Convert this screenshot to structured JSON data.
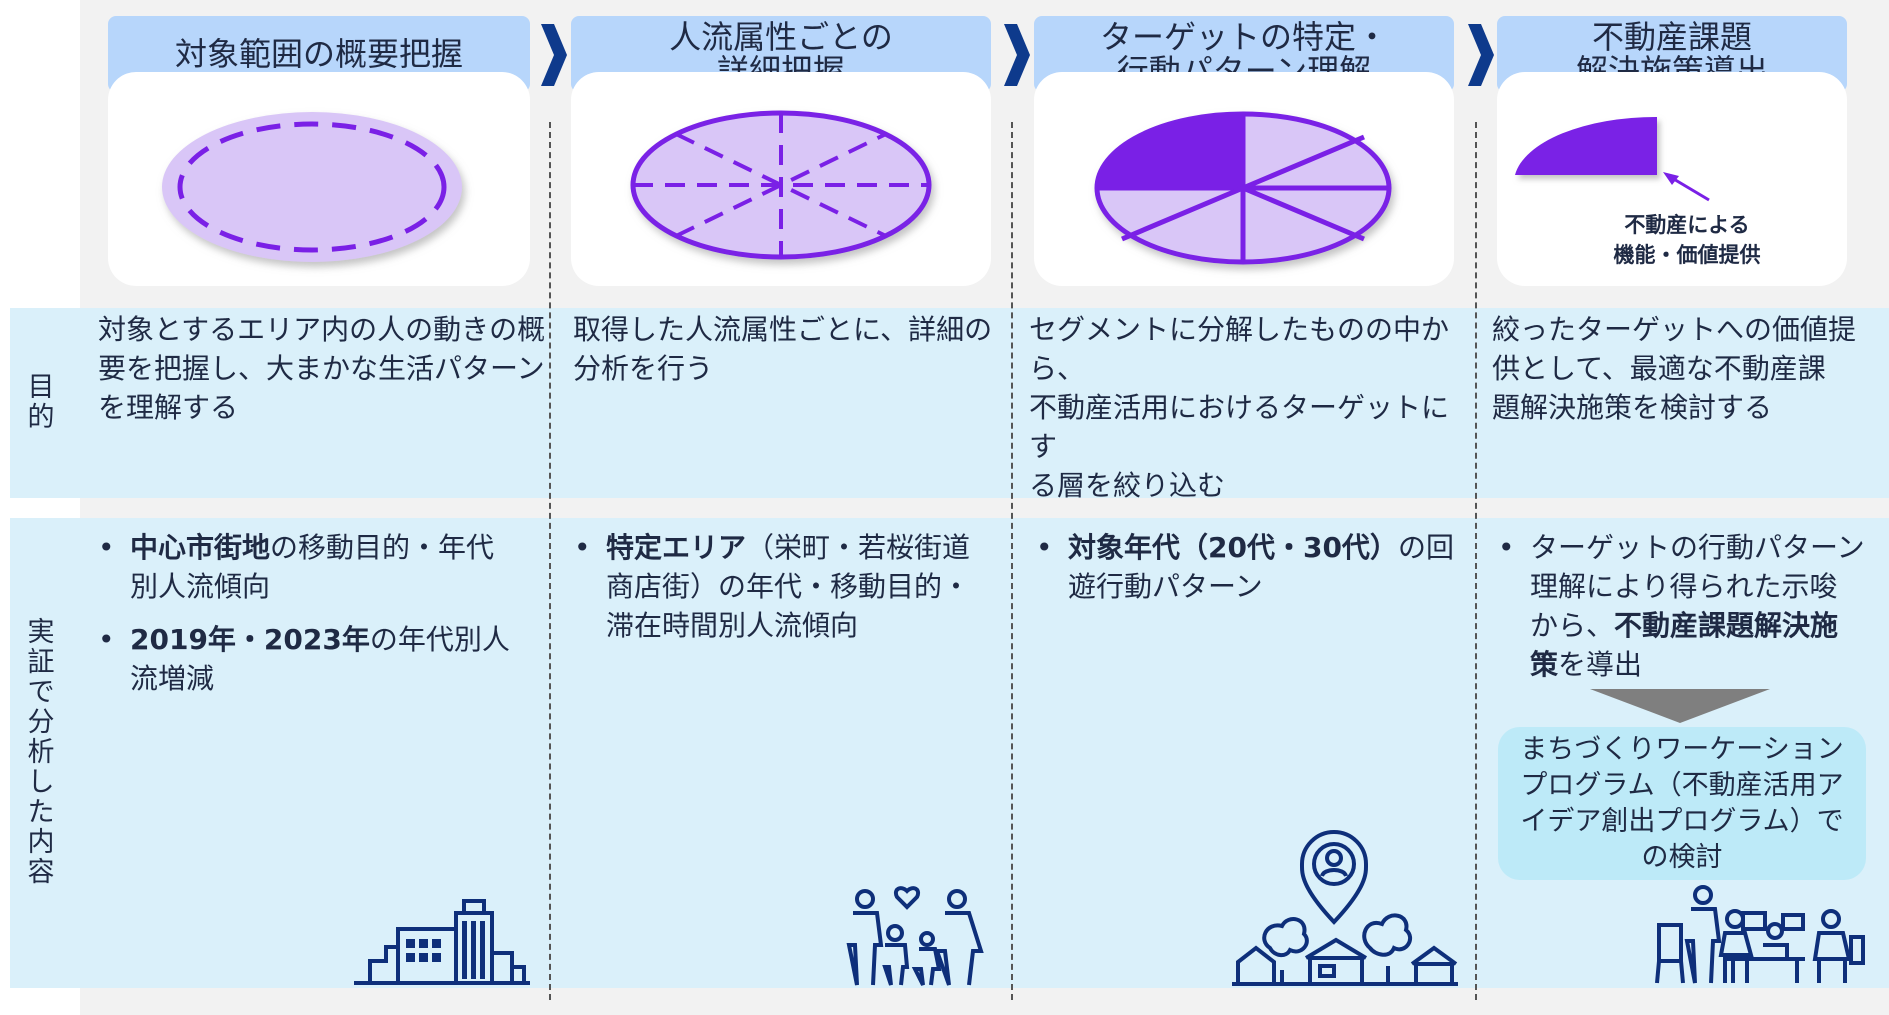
{
  "row_labels": {
    "purpose": "目的",
    "content": "実証で分析した内容"
  },
  "stages": [
    {
      "title_lines": [
        "対象範囲の概要把握"
      ]
    },
    {
      "title_lines": [
        "人流属性ごとの",
        "詳細把握"
      ]
    },
    {
      "title_lines": [
        "ターゲットの特定・",
        "行動パターン理解"
      ]
    },
    {
      "title_lines": [
        "不動産課題",
        "解決施策導出"
      ]
    }
  ],
  "annotation_lines": [
    "不動産による",
    "機能・価値提供"
  ],
  "purposes": [
    [
      "対象とするエリア内の人の動きの概",
      "要を把握し、大まかな生活パターン",
      "を理解する"
    ],
    [
      "取得した人流属性ごとに、詳細の",
      "分析を行う"
    ],
    [
      "セグメントに分解したものの中から、",
      "不動産活用におけるターゲットにす",
      "る層を絞り込む"
    ],
    [
      "絞ったターゲットへの価値提",
      "供として、最適な不動産課",
      "題解決施策を検討する"
    ]
  ],
  "bullet_char": "•",
  "contents": [
    [
      {
        "bold": "中心市街地",
        "rest": "の移動目的・年代",
        "cont": [
          "別人流傾向"
        ]
      },
      {
        "bold": "2019年・2023年",
        "rest": "の年代別人",
        "cont": [
          "流増減"
        ]
      }
    ],
    [
      {
        "bold": "特定エリア",
        "rest": "（栄町・若桜街道",
        "cont": [
          "商店街）の年代・移動目的・",
          "滞在時間別人流傾向"
        ]
      }
    ],
    [
      {
        "bold": "対象年代（20代・30代）",
        "rest": "の回",
        "cont": [
          "遊行動パターン"
        ]
      }
    ],
    [
      {
        "bold": "",
        "rest": "ターゲットの行動パターン",
        "cont": [
          "理解により得られた示唆"
        ]
      }
    ]
  ],
  "content4_extra": {
    "line3_plain": "から、",
    "line3_bold": "不動産課題解決施",
    "line4_bold": "策",
    "line4_plain": "を導出"
  },
  "program_box_text": "まちづくりワーケーションプログラム（不動産活用アイデア創出プログラム）での検討",
  "colors": {
    "title_bg": "#b7d6fb",
    "chevron": "#0e3a8c",
    "band_bg": "#daf0fa",
    "purple": "#7a20e6",
    "lavender": "#d9c6f7",
    "navy_icon": "#0e2f7a",
    "box_bg": "#bdeaf8"
  },
  "icons": [
    "city-building-icon",
    "family-icon",
    "location-neighborhood-icon",
    "meeting-people-icon"
  ]
}
